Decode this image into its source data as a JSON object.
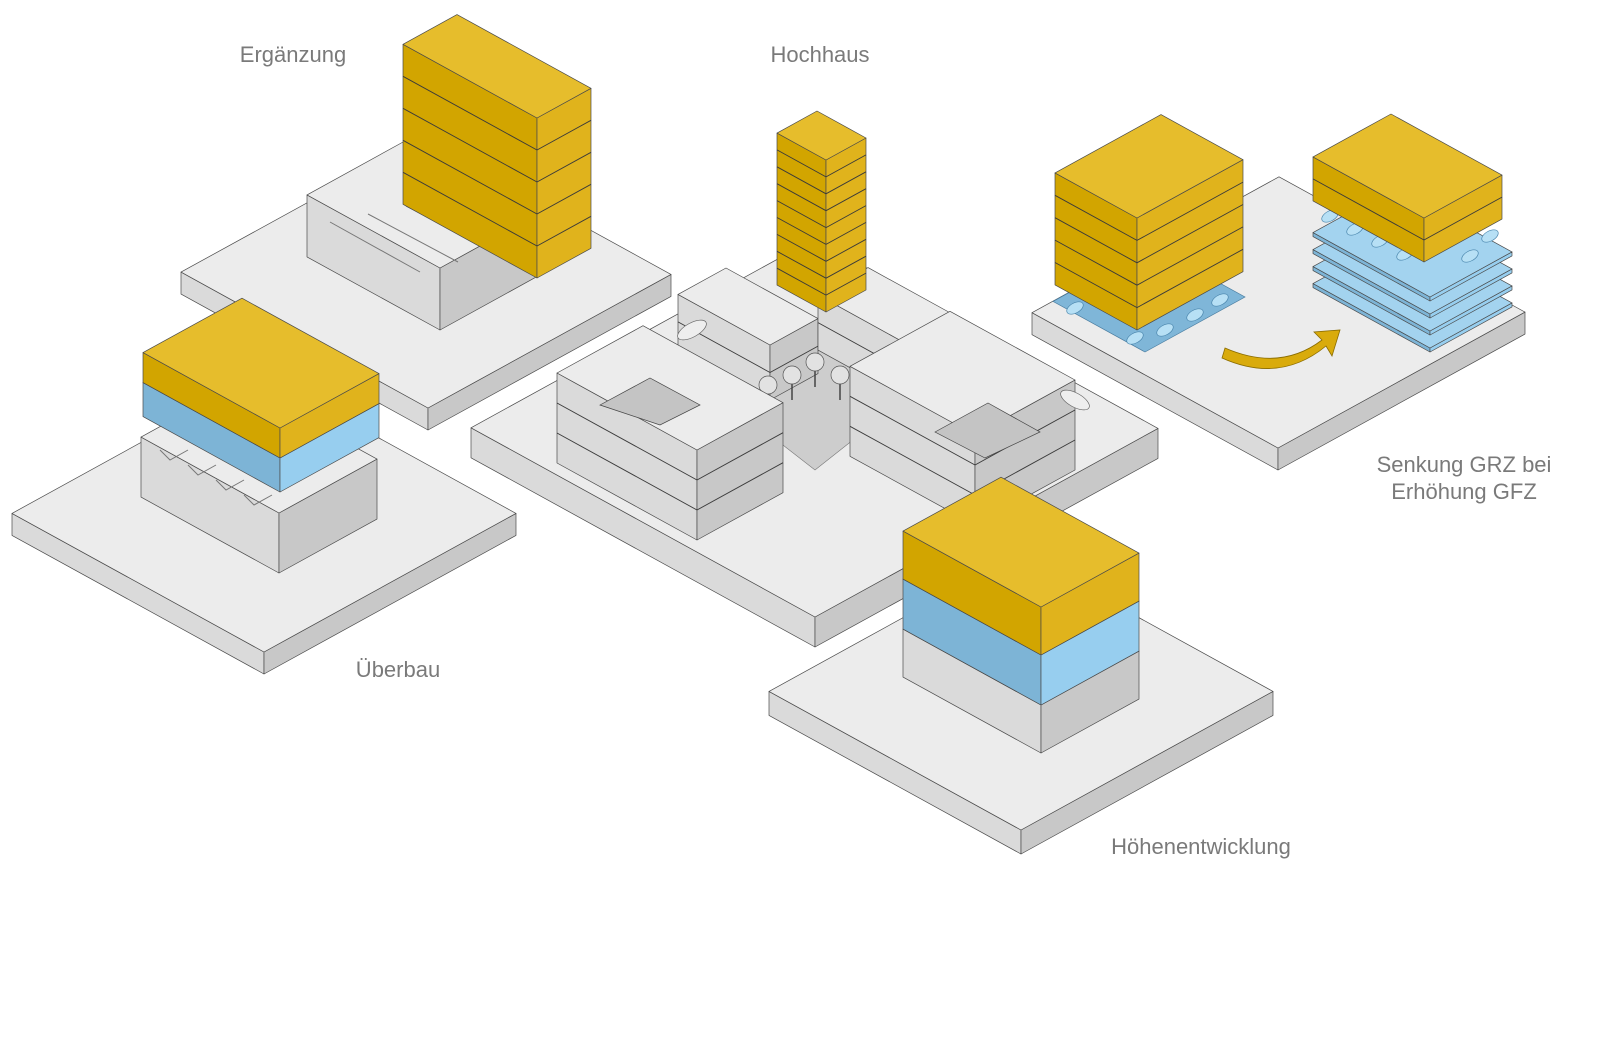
{
  "labels": {
    "erganzung": "Ergänzung",
    "hochhaus": "Hochhaus",
    "uberbau": "Überbau",
    "senkung_line1": "Senkung GRZ bei",
    "senkung_line2": "Erhöhung GFZ",
    "hohenentwicklung": "Höhenentwicklung"
  },
  "colors": {
    "yellow": "#e2b626",
    "blue": "#8ec6e8",
    "gray": "#e6e6e6",
    "label": "#7a7a7a"
  }
}
